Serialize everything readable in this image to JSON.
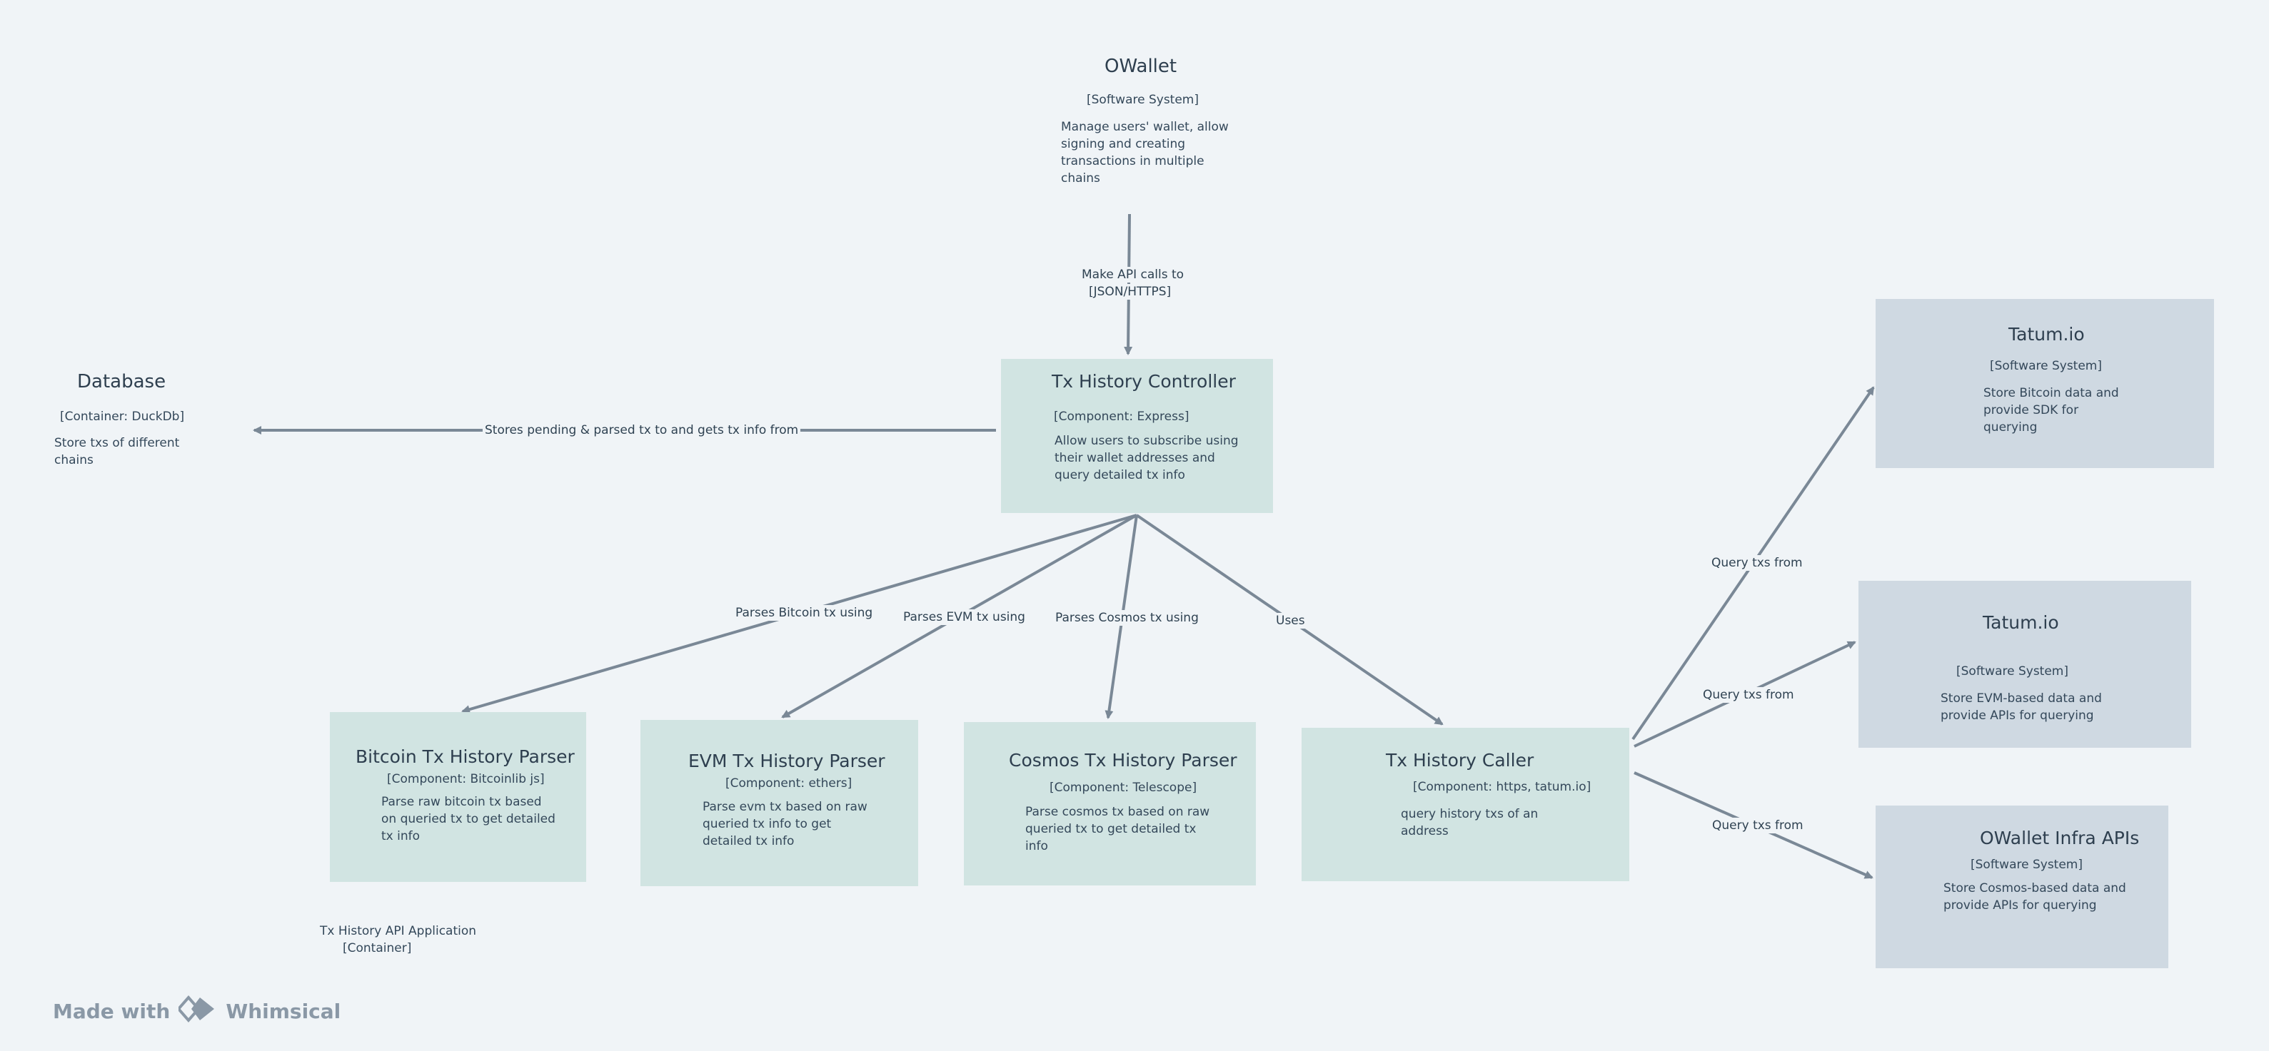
{
  "owallet": {
    "title": "OWallet",
    "tag": "[Software System]",
    "desc": "Manage users' wallet, allow signing and creating transactions in multiple chains"
  },
  "database": {
    "title": "Database",
    "tag": "[Container: DuckDb]",
    "desc": "Store txs of different chains"
  },
  "controller": {
    "title": "Tx History Controller",
    "tag": "[Component: Express]",
    "desc": "Allow users to subscribe using their wallet addresses and query detailed tx info"
  },
  "bitcoin_parser": {
    "title": "Bitcoin Tx History Parser",
    "tag": "[Component: Bitcoinlib js]",
    "desc": "Parse raw bitcoin tx based on queried tx to get detailed tx info"
  },
  "evm_parser": {
    "title": "EVM Tx History Parser",
    "tag": "[Component: ethers]",
    "desc": "Parse evm tx based on raw queried tx info to get detailed tx info"
  },
  "cosmos_parser": {
    "title": "Cosmos Tx History Parser",
    "tag": "[Component: Telescope]",
    "desc": "Parse cosmos tx based on raw queried tx to get detailed tx info"
  },
  "caller": {
    "title": "Tx History Caller",
    "tag": "[Component: https, tatum.io]",
    "desc": "query history txs of an address"
  },
  "tatum_btc": {
    "title": "Tatum.io",
    "tag": "[Software System]",
    "desc": "Store Bitcoin data and provide SDK for querying"
  },
  "tatum_evm": {
    "title": "Tatum.io",
    "tag": "[Software System]",
    "desc": "Store EVM-based data and provide APIs for querying"
  },
  "infra": {
    "title": "OWallet Infra APIs",
    "tag": "[Software System]",
    "desc": "Store Cosmos-based data and provide APIs for querying"
  },
  "container_label": {
    "name": "Tx History API Application",
    "tag": "[Container]"
  },
  "edges": {
    "api_calls_1": "Make API calls to",
    "api_calls_2": "[JSON/HTTPS]",
    "stores": "Stores pending & parsed tx to and gets tx info from",
    "parses_bitcoin": "Parses Bitcoin tx using",
    "parses_evm": "Parses EVM tx using",
    "parses_cosmos": "Parses Cosmos tx using",
    "uses": "Uses",
    "query_1": "Query txs from",
    "query_2": "Query txs from",
    "query_3": "Query txs from"
  },
  "footer": {
    "made_with": "Made with",
    "brand": "Whimsical"
  },
  "colors": {
    "component_fill": "#d1e4e2",
    "external_fill": "#cfd9e2",
    "edge_stroke": "#7a8896",
    "background": "#f0f4f7"
  }
}
